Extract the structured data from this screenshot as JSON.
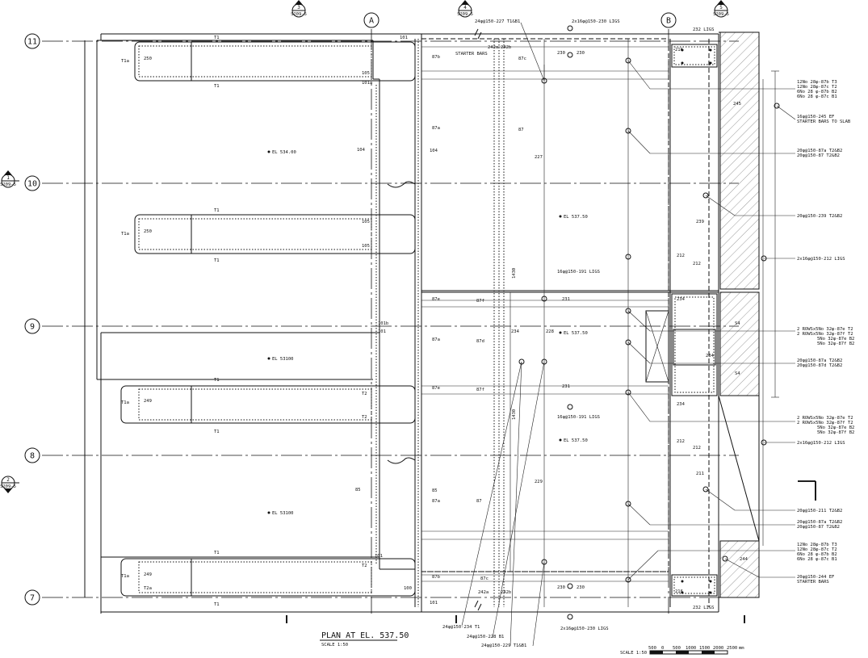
{
  "title": "PLAN AT EL. 537.50",
  "scale_note": "SCALE 1:50",
  "scale_bar": {
    "label": "SCALE 1:50",
    "ticks": [
      "500",
      "0",
      "500",
      "1000",
      "1500",
      "2000",
      "2500"
    ],
    "unit": "mm"
  },
  "grid": {
    "rows": [
      "11",
      "10",
      "9",
      "8",
      "7"
    ],
    "cols": [
      "A",
      "B"
    ]
  },
  "sections": [
    {
      "num": "3",
      "ref": "S209-5"
    },
    {
      "num": "4",
      "ref": "S209-5"
    },
    {
      "num": "5",
      "ref": "S209-5"
    },
    {
      "num": "1",
      "ref": "S209-5"
    },
    {
      "num": "2",
      "ref": "S209-5"
    }
  ],
  "elevations": [
    "EL 534.00",
    "EL 537.50",
    "EL 53100",
    "EL 537.50",
    "EL 537.50",
    "EL 53100"
  ],
  "left_notes": [
    "T1",
    "T1a",
    "105",
    "250",
    "T2",
    "249",
    "T2a",
    "104",
    "101",
    "101a",
    "101b",
    "101",
    "105",
    "85",
    "T1"
  ],
  "mid_marks": [
    "87b",
    "87c",
    "87a",
    "87",
    "87e",
    "87f",
    "87d",
    "87e",
    "87f",
    "85",
    "87a",
    "87",
    "87b",
    "87c",
    "242a",
    "242b",
    "242a",
    "242b",
    "104",
    "101",
    "100",
    "101"
  ],
  "mid_numbers": [
    "227",
    "234",
    "228",
    "231",
    "231",
    "229",
    "230",
    "230",
    "230",
    "230",
    "1430",
    "1430"
  ],
  "right_small": [
    "230",
    "216",
    "245",
    "239",
    "212",
    "212",
    "234",
    "234",
    "S4",
    "S4",
    "234",
    "212",
    "212",
    "211",
    "244",
    "216",
    "230"
  ],
  "top_notes": [
    "24φ@150-227 T1&B1",
    "2x16φ@150-230 LIGS",
    "232 LIGS",
    "STARTER BARS"
  ],
  "center_notes": [
    "16φ@150-191 LIGS",
    "16φ@150-191 LIGS"
  ],
  "bottom_notes": [
    "232 LIGS",
    "2x16φ@150-230 LIGS",
    "24φ@150-234 T1",
    "24φ@150-228 B1",
    "24φ@150-229 T1&B1"
  ],
  "right_notes": [
    [
      "12No 28φ-87b T3",
      "12No 28φ-87c T2",
      "6No 28 φ-87b B2",
      "6No 28 φ-87c B1"
    ],
    [
      "16φ@150-245 EF",
      "STARTER BARS TO SLAB"
    ],
    [
      "20φ@150-87a T2&B2",
      "20φ@150-87 T2&B2"
    ],
    [
      "20φ@150-239 T2&B2"
    ],
    [
      "2x16φ@150-212 LIGS"
    ],
    [
      "2 ROWSx5No 32φ-87e T2",
      "2 ROWSx5No 32φ-87f T2",
      "5No 32φ-87e B2",
      "5No 32φ-87f B2"
    ],
    [
      "20φ@150-87a T2&B2",
      "20φ@150-87d T2&B2"
    ],
    [
      "2 ROWSx5No 32φ-87e T2",
      "2 ROWSx5No 32φ-87f T2",
      "5No 32φ-87e B2",
      "5No 32φ-87f B2"
    ],
    [
      "2x16φ@150-212 LIGS"
    ],
    [
      "20φ@150-211 T2&B2"
    ],
    [
      "20φ@150-87a T2&B2",
      "20φ@150-87 T2&B2"
    ],
    [
      "12No 28φ-87b T3",
      "12No 28φ-87c T2",
      "6No 28 φ-87b B2",
      "6No 28 φ-87c B1"
    ],
    [
      "20φ@150-244 EF",
      "STARTER BARS"
    ]
  ]
}
